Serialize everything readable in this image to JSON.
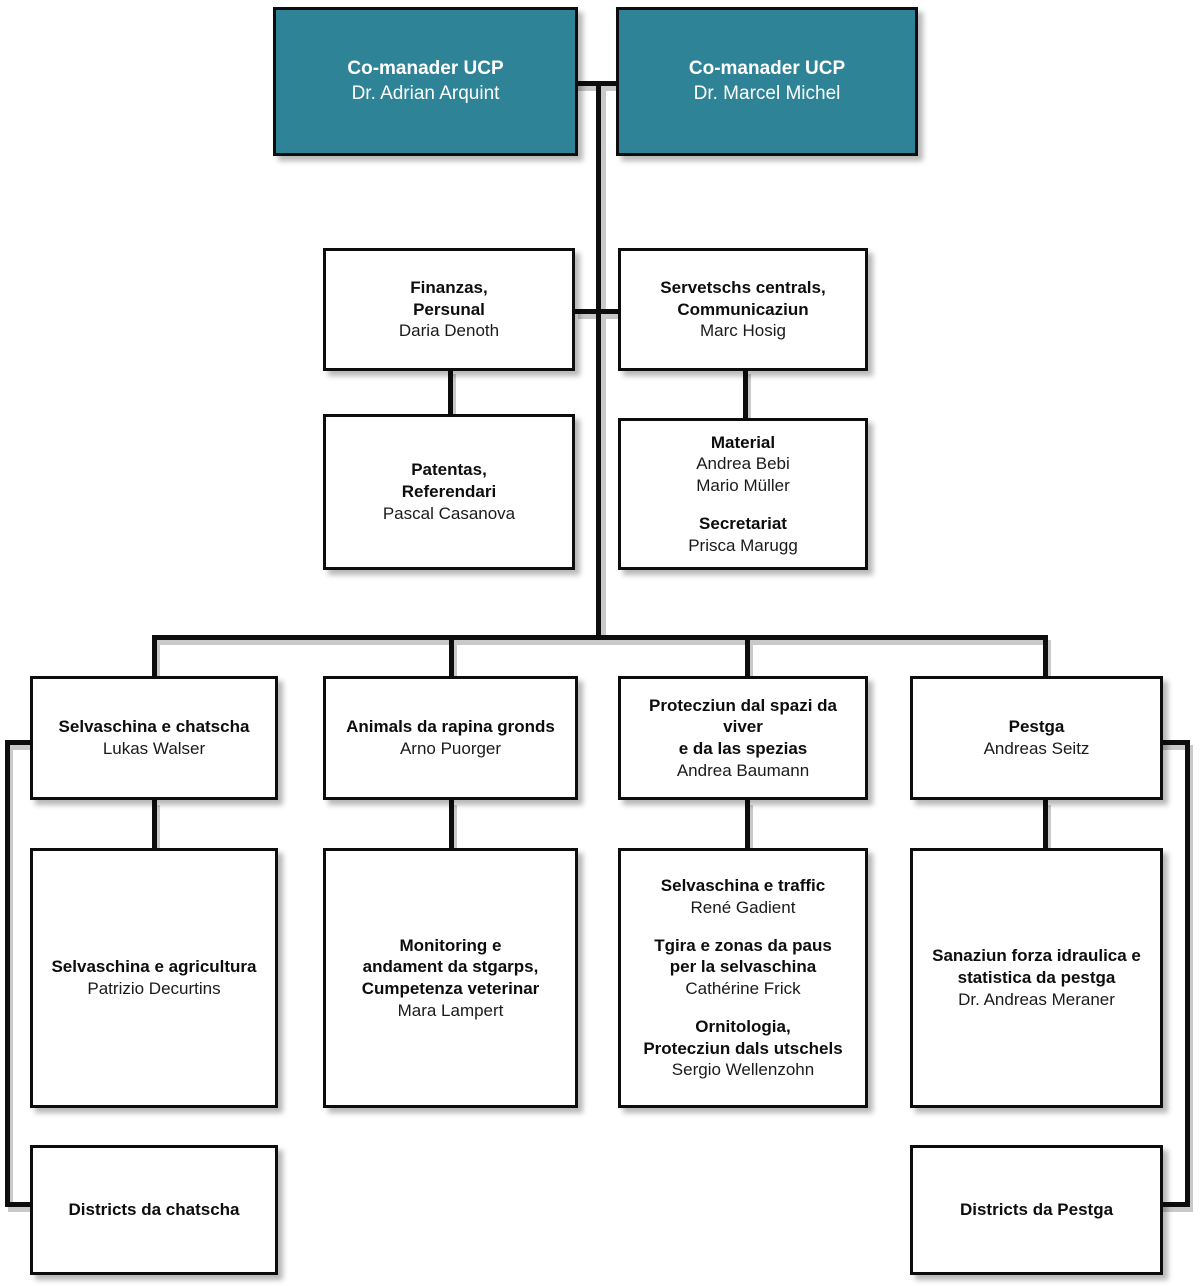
{
  "theme": {
    "accent_teal": "#2F8397",
    "line_color": "#0D0D0D",
    "box_fill": "#FFFFFF",
    "teal_text": "#FFFFFF"
  },
  "nodes": {
    "comanager_left": {
      "title": "Co-manader UCP",
      "name": "Dr. Adrian Arquint"
    },
    "comanager_right": {
      "title": "Co-manader UCP",
      "name": "Dr. Marcel Michel"
    },
    "finanzas": {
      "title_line1": "Finanzas,",
      "title_line2": "Persunal",
      "name": "Daria Denoth"
    },
    "servetschs": {
      "title_line1": "Servetschs centrals,",
      "title_line2": "Communicaziun",
      "name": "Marc Hosig"
    },
    "patentas": {
      "title_line1": "Patentas,",
      "title_line2": "Referendari",
      "name": "Pascal Casanova"
    },
    "material": {
      "group1_title": "Material",
      "group1_name1": "Andrea Bebi",
      "group1_name2": "Mario Müller",
      "group2_title": "Secretariat",
      "group2_name": "Prisca Marugg"
    },
    "selvaschina_chatscha": {
      "title": "Selvaschina e chatscha",
      "name": "Lukas Walser"
    },
    "animals_rapina": {
      "title": "Animals da rapina gronds",
      "name": "Arno Puorger"
    },
    "protecziun_spazi": {
      "title_line1": "Protecziun dal spazi da viver",
      "title_line2": "e da las spezias",
      "name": "Andrea Baumann"
    },
    "pestga": {
      "title": "Pestga",
      "name": "Andreas Seitz"
    },
    "selvaschina_agricultura": {
      "title": "Selvaschina e agricultura",
      "name": "Patrizio Decurtins"
    },
    "monitoring": {
      "title_line1": "Monitoring e",
      "title_line2": "andament da stgarps,",
      "title_line3": "Cumpetenza veterinar",
      "name": "Mara Lampert"
    },
    "protecziun_sub": {
      "group1_title": "Selvaschina e traffic",
      "group1_name": "René Gadient",
      "group2_title_line1": "Tgira e zonas da paus",
      "group2_title_line2": "per la selvaschina",
      "group2_name": "Cathérine Frick",
      "group3_title_line1": "Ornitologia,",
      "group3_title_line2": "Protecziun dals utschels",
      "group3_name": "Sergio Wellenzohn"
    },
    "sanaziun": {
      "title_line1": "Sanaziun forza idraulica e",
      "title_line2": "statistica da pestga",
      "name": "Dr. Andreas Meraner"
    },
    "districts_chatscha": {
      "title": "Districts da chatscha"
    },
    "districts_pestga": {
      "title": "Districts da Pestga"
    }
  }
}
